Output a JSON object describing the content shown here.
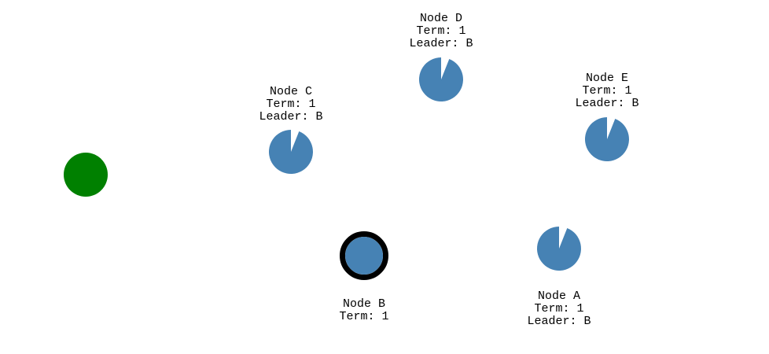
{
  "colors": {
    "node_fill": "#4682b4",
    "client_fill": "#008000",
    "leader_ring": "#000000",
    "text": "#000000",
    "background": "#ffffff"
  },
  "client": {
    "icon": "client-node-icon"
  },
  "nodes": [
    {
      "id": "A",
      "name": "Node A",
      "term": "Term: 1",
      "leader": "Leader: B",
      "is_leader": false,
      "timeout_fraction": 0.94
    },
    {
      "id": "B",
      "name": "Node B",
      "term": "Term: 1",
      "leader": "",
      "is_leader": true,
      "timeout_fraction": 1.0
    },
    {
      "id": "C",
      "name": "Node C",
      "term": "Term: 1",
      "leader": "Leader: B",
      "is_leader": false,
      "timeout_fraction": 0.94
    },
    {
      "id": "D",
      "name": "Node D",
      "term": "Term: 1",
      "leader": "Leader: B",
      "is_leader": false,
      "timeout_fraction": 0.94
    },
    {
      "id": "E",
      "name": "Node E",
      "term": "Term: 1",
      "leader": "Leader: B",
      "is_leader": false,
      "timeout_fraction": 0.94
    }
  ]
}
